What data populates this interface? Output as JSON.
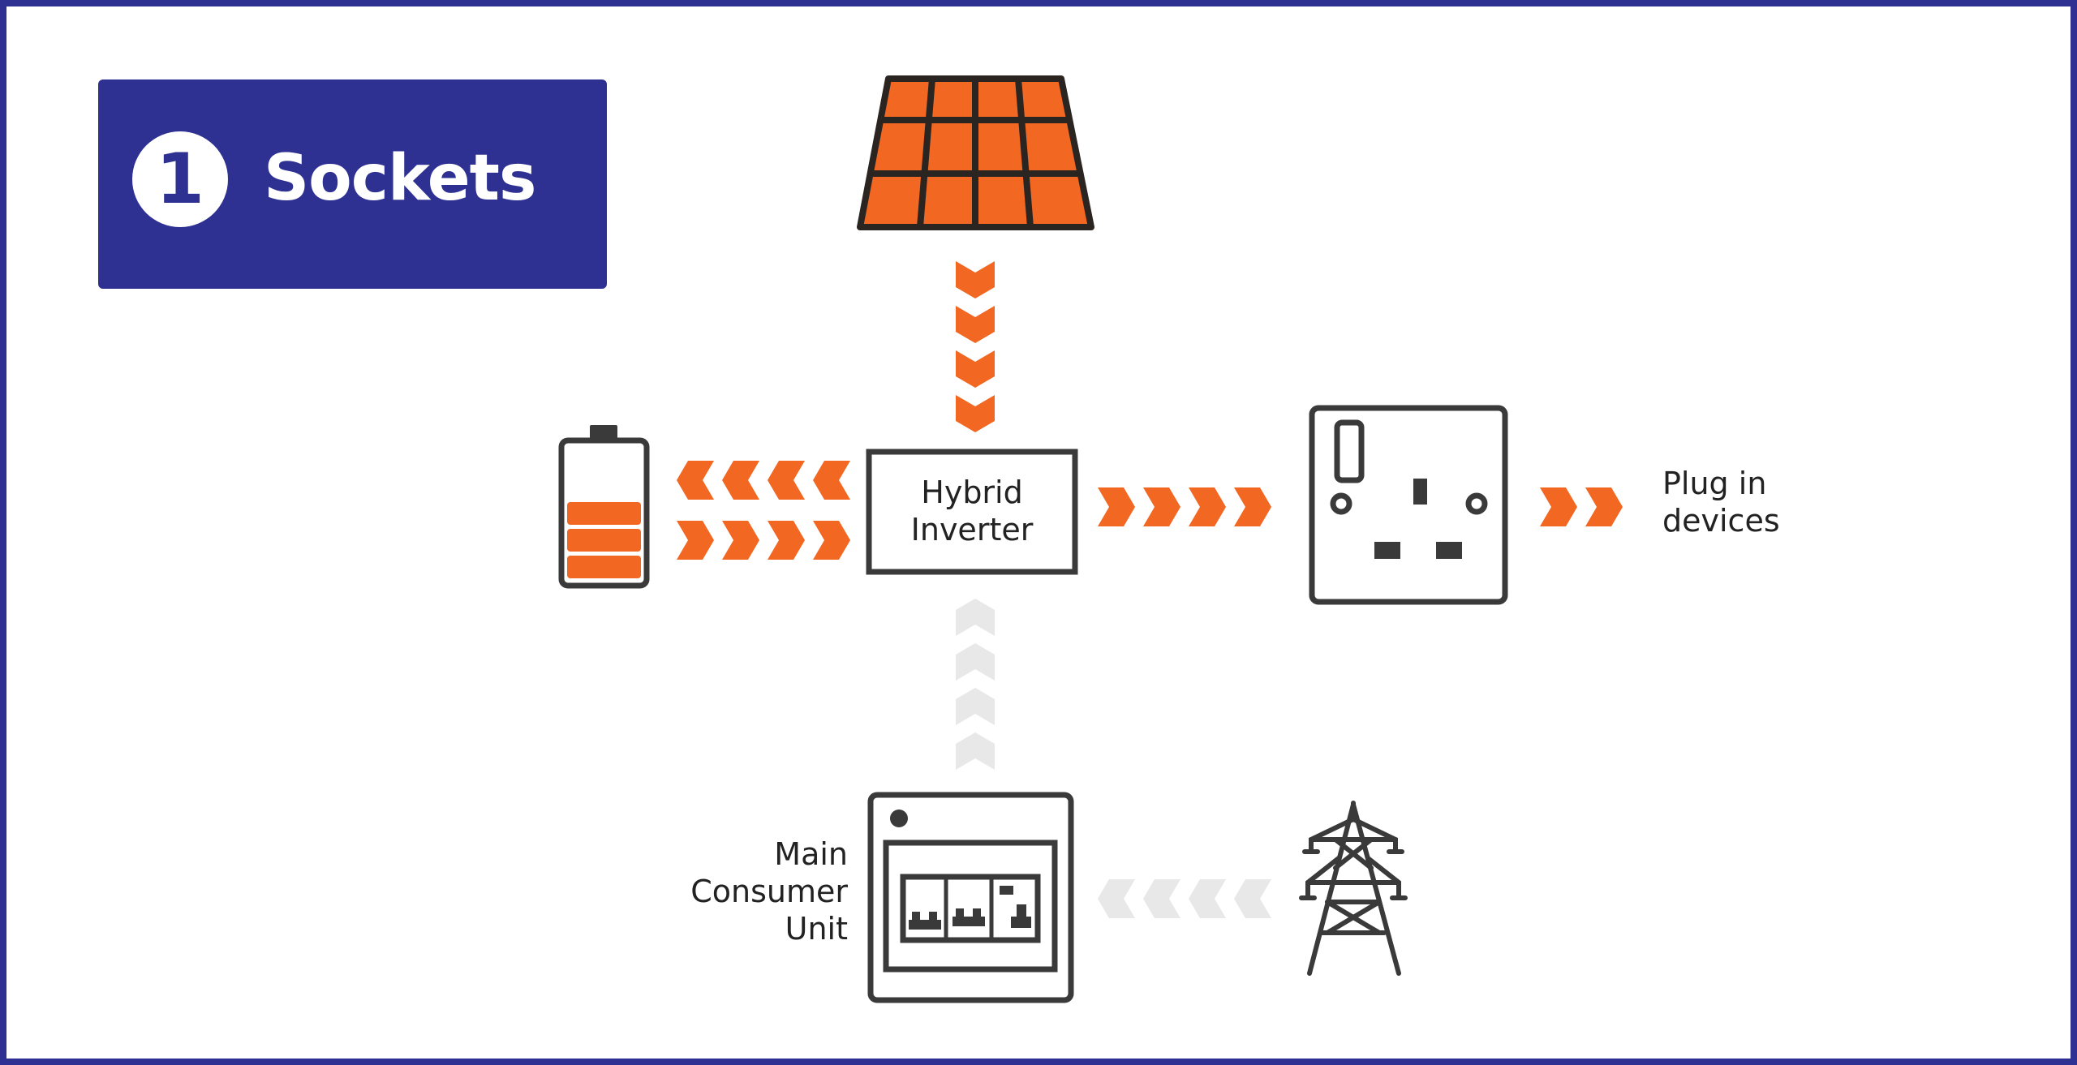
{
  "title": {
    "number": "1",
    "text": "Sockets"
  },
  "nodes": {
    "inverter": {
      "line1": "Hybrid",
      "line2": "Inverter"
    },
    "plug": {
      "line1": "Plug in",
      "line2": "devices"
    },
    "consumer_unit": {
      "line1": "Main",
      "line2": "Consumer",
      "line3": "Unit"
    }
  },
  "icons": [
    "solar-panel-icon",
    "battery-icon",
    "socket-icon",
    "consumer-unit-icon",
    "pylon-icon"
  ],
  "flows": [
    {
      "from": "solar",
      "to": "inverter",
      "active": true
    },
    {
      "from": "inverter",
      "to": "battery",
      "active": true
    },
    {
      "from": "battery",
      "to": "inverter",
      "active": true
    },
    {
      "from": "inverter",
      "to": "socket",
      "active": true
    },
    {
      "from": "socket",
      "to": "devices",
      "active": true
    },
    {
      "from": "consumer_unit",
      "to": "inverter",
      "active": false
    },
    {
      "from": "grid",
      "to": "consumer_unit",
      "active": false
    }
  ],
  "battery_level_bars": 3,
  "colors": {
    "brand": "#2e3192",
    "active": "#f26722",
    "inactive": "#e8e8e8",
    "outline": "#3a3a3a"
  }
}
